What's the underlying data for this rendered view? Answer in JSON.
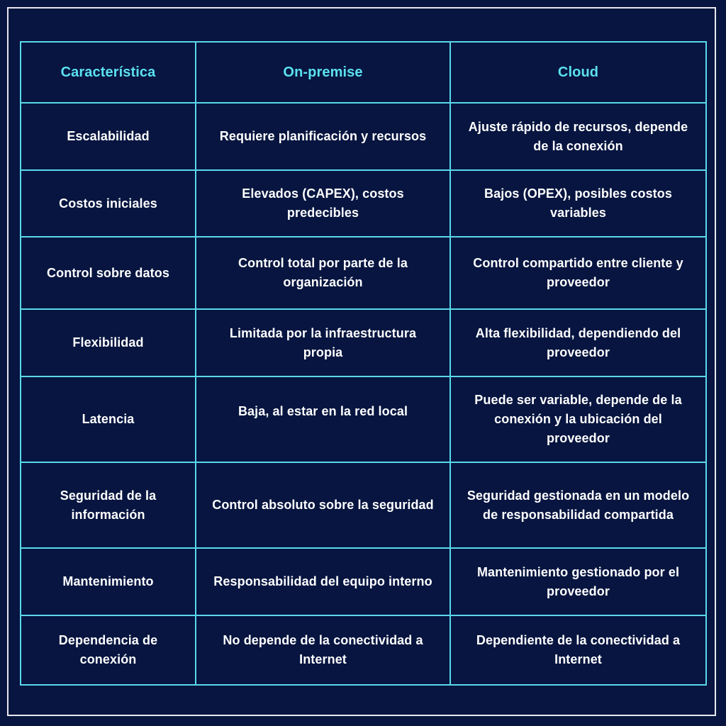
{
  "colors": {
    "background": "#071540",
    "border": "#5ad8ea",
    "header_text": "#5ce1f0",
    "body_text": "#ffffff",
    "frame": "#e8e8ee"
  },
  "table": {
    "headers": [
      "Característica",
      "On-premise",
      "Cloud"
    ],
    "rows": [
      {
        "feature": "Escalabilidad",
        "on_premise": "Requiere planificación y recursos",
        "cloud": "Ajuste rápido de recursos, depende de la conexión"
      },
      {
        "feature": "Costos iniciales",
        "on_premise": "Elevados (CAPEX), costos predecibles",
        "cloud": "Bajos (OPEX), posibles costos variables"
      },
      {
        "feature": "Control sobre datos",
        "on_premise": "Control total por parte de la organización",
        "cloud": "Control compartido entre cliente y proveedor"
      },
      {
        "feature": "Flexibilidad",
        "on_premise": "Limitada por la infraestructura propia",
        "cloud": "Alta flexibilidad, dependiendo del proveedor"
      },
      {
        "feature": "Latencia",
        "on_premise": "Baja, al estar en la red local",
        "cloud": "Puede ser variable, depende de la conexión y la ubicación del proveedor"
      },
      {
        "feature": "Seguridad de la información",
        "on_premise": "Control absoluto sobre la seguridad",
        "cloud": "Seguridad gestionada en un modelo de responsabilidad compartida"
      },
      {
        "feature": "Mantenimiento",
        "on_premise": "Responsabilidad del equipo interno",
        "cloud": "Mantenimiento gestionado por el proveedor"
      },
      {
        "feature": "Dependencia de conexión",
        "on_premise": "No depende de la conectividad a Internet",
        "cloud": "Dependiente de la conectividad a Internet"
      }
    ]
  }
}
